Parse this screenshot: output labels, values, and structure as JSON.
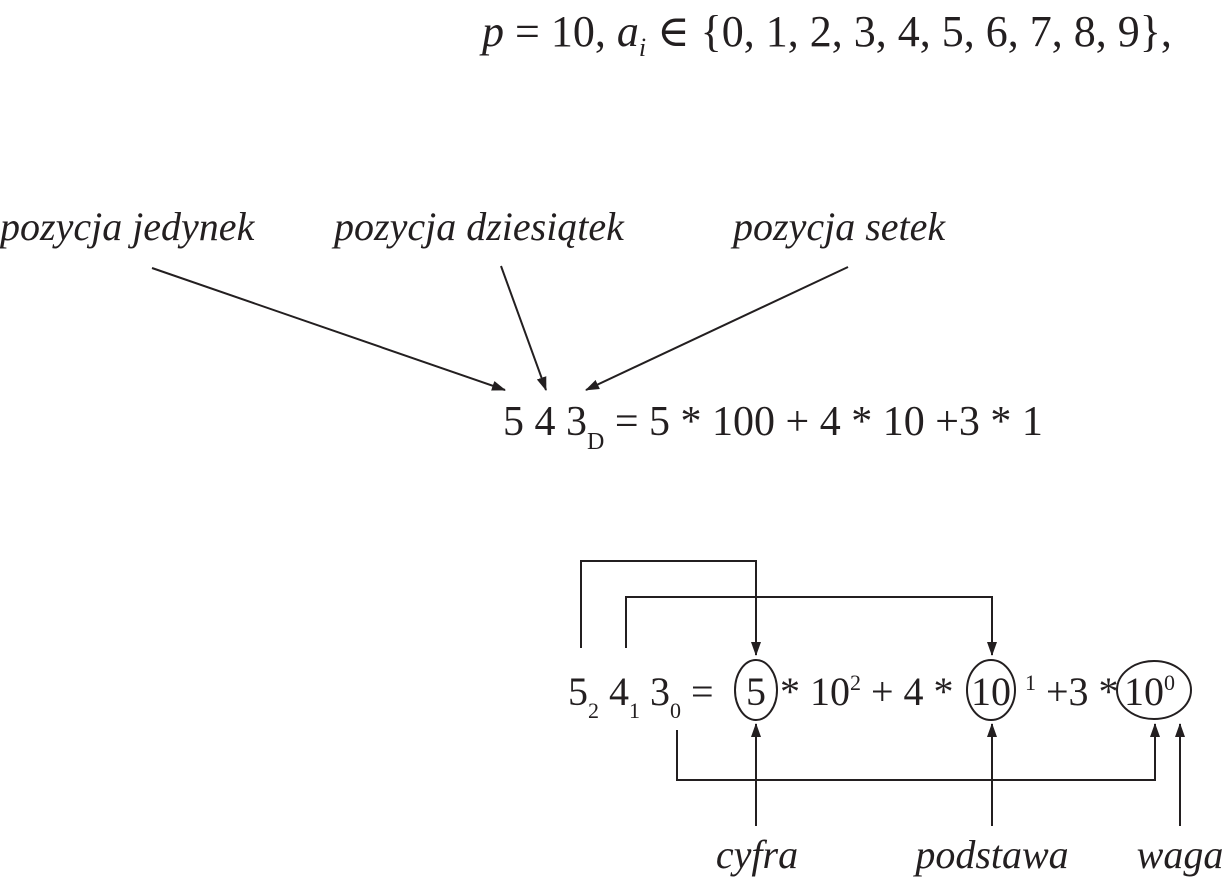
{
  "definition": {
    "p_var": "p",
    "p_rest": " = 10, ",
    "a_var": "a",
    "a_sub": "i",
    "set_text": " ∈ {0, 1, 2, 3, 4, 5, 6, 7, 8, 9},"
  },
  "position_labels": {
    "units": "pozycja jedynek",
    "tens": "pozycja dziesiątek",
    "hundreds": "pozycja setek"
  },
  "equation1": {
    "digits": "5 4 3",
    "base_sub": "D",
    "rhs": " = 5 * 100 + 4 * 10 +3 * 1"
  },
  "equation2": {
    "d2": "5",
    "i2": "2",
    "d1": "4",
    "i1": "1",
    "d0": "3",
    "i0": "0",
    "eq": "=",
    "c5": "5",
    "t1": "* 10",
    "e2": "2",
    "t2": " + 4 * ",
    "c10a": "10",
    "e1": "1",
    "t3": " +3 * ",
    "c10b": "10",
    "e0": "0"
  },
  "bottom_labels": {
    "digit": "cyfra",
    "base": "podstawa",
    "weight": "waga"
  },
  "colors": {
    "ink": "#231f20",
    "background": "#ffffff"
  }
}
